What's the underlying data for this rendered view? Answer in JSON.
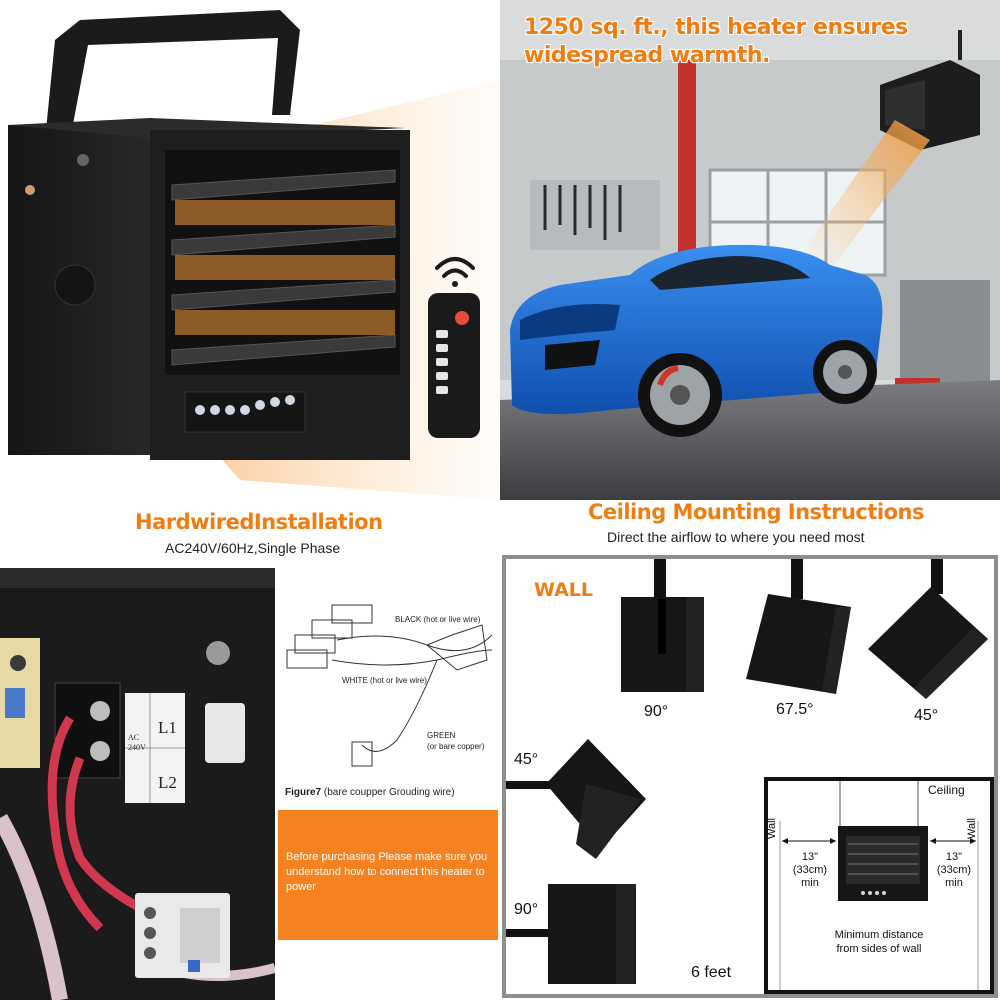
{
  "garage": {
    "headline_line1": "1250 sq. ft., this heater ensures",
    "headline_line2": "widespread warmth."
  },
  "installation": {
    "title": "HardwiredInstallation",
    "subtitle": "AC240V/60Hz,Single Phase",
    "terminal_label_top": "L1",
    "terminal_label_bottom": "L2",
    "terminal_voltage": "AC 240V",
    "diagram": {
      "black_wire": "BLACK",
      "black_note": "(hot or live wire)",
      "white_wire": "WHITE",
      "white_note": "(hot or live wire)",
      "green_wire": "GREEN",
      "green_note": "(or bare copper)",
      "caption_bold": "Figure7",
      "caption_rest": "(bare coupper Grouding wire)"
    },
    "notice": "Before purchasing Please make sure you understand how to connect this heater to power"
  },
  "mounting": {
    "title": "Ceiling Mounting Instructions",
    "subtitle": "Direct the airflow to where you need most",
    "wall_label": "WALL",
    "angles": [
      "90°",
      "67.5°",
      "45°",
      "45°",
      "90°"
    ],
    "height_label": "6 feet",
    "inset": {
      "ceiling": "Ceiling",
      "wall_left": "Wall",
      "wall_right": "Wall",
      "left_dist": "13\"",
      "left_cm": "(33cm)",
      "left_min": "min",
      "right_dist": "13\"",
      "right_cm": "(33cm)",
      "right_min": "min",
      "note_line1": "Minimum distance",
      "note_line2": "from sides of wall"
    }
  },
  "colors": {
    "accent_orange": "#f07d12",
    "heater_black": "#1c1c1c",
    "car_blue": "#1f6fd6"
  }
}
